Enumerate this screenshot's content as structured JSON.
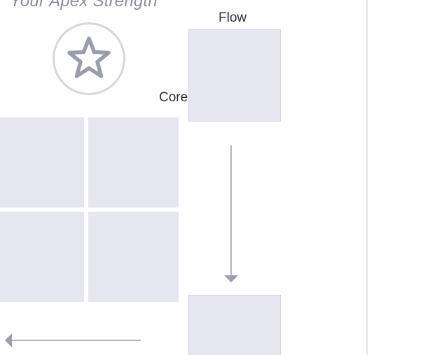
{
  "header": {
    "tagline": "Your Apex Strength"
  },
  "badge": {
    "icon": "star-icon"
  },
  "labels": {
    "flow": "Flow",
    "core": "Core"
  },
  "colors": {
    "tile_fill": "#e6e6f0",
    "tile_border": "#d6d6e0",
    "connector": "#9a9dac",
    "text": "#2f3138",
    "tagline": "#8a8e9f"
  }
}
